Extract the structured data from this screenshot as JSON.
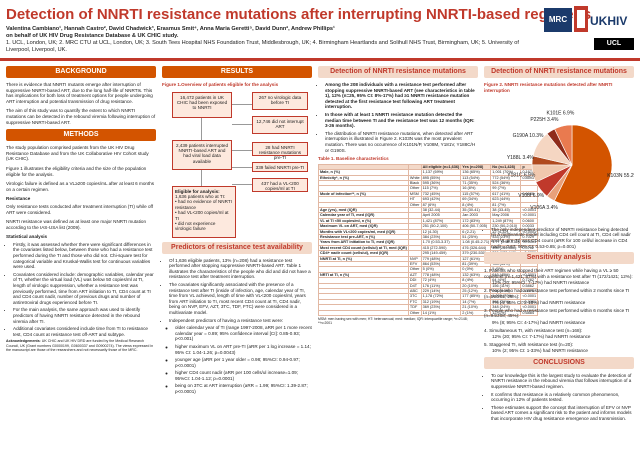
{
  "header": {
    "title": "Detection of NNRTI resistance mutations after interrupting NNRTI-based regimens",
    "authors": "Valentina Cambiano¹, Hannah Castro², David Chadwick³, Erasmus Smit⁴, Anna Maria Geretti⁵, David Dunn², Andrew Phillips¹",
    "group": "on behalf of UK HIV Drug Resistance Database & UK CHIC study.",
    "affiliations": "1. UCL, London, UK; 2. MRC CTU at UCL, London, UK; 3. South Tees Hospital NHS Foundation Trust, Middlesbrough, UK; 4. Birmingham Heartlands and Solihull NHS Trust, Birmingham, UK; 5. University of Liverpool, Liverpool, UK.",
    "logo_mrc": "MRC",
    "logo_ukhiv": "UKHIV",
    "logo_ucl": "UCL"
  },
  "background": {
    "heading": "BACKGROUND",
    "p1": "There is evidence that NNRTI mutants emerge after interruption of suppressive NNRTI-based ART, due to the long half-life of NNRTIs. This has implications for both loss of treatment options for people undergoing ART interruption and potential transmission of drug resistance.",
    "p2": "The aim of this study was to quantify the extent to which NNRTI mutations can be detected in the rebound viremia following interruption of suppressive NNRTI-based ART."
  },
  "methods": {
    "heading": "METHODS",
    "p1": "The study population comprised patients from the UK HIV Drug Resistance Database and from the UK Collaborative HIV Cohort study (UK CHIC).",
    "p2": "Figure 1 illustrates the eligibility criteria and the size of the population eligible for the analysis.",
    "p3": "Virologic failure is defined as a VL≥200 copies/mL after at least 6 months on a certain regimen.",
    "resistance_head": "Resistance",
    "p4": "Only resistance tests conducted after treatment interruption (TI) while off ART were considered.",
    "p5": "NNRTI resistance was defined as at least one major NNRTI mutation according to the IAS-USA list (2009).",
    "stat_head": "Statistical analysis",
    "b1": "Firstly, it was assessed whether there were significant differences in the covariates listed below, between those who had a resistance test performed during the TI and those who did not. Chi-square test for categorical variable and Kruskal-Wallis test for continuous variables were used.",
    "b2": "Covariates considered include: demographic variables, calendar year of TI, whether the virtual load (VL) was below 50 copies/ml at TI, length of virologic suppression, whether a resistance test was previously performed, time from ART initiation to TI, CD4 count at TI and CD4 count nadir, number of previous drugs and number of antiretroviral drugs experienced before TI.",
    "b3": "For the main analysis, the same approach was used to identify predictors of having NNRTI resistance detected in the rebound viremia after TI.",
    "b4": "Additional covariates considered include time from TI to resistance test, CD4 count at resistance test off-ART and subtype.",
    "ack_head": "Acknowledgements",
    "ack": "UK CHIC and UK HIV DRD are funded by the Medical Research Council, UK (Grant numbers G0000199, G0600337 and G0900274). The views expressed in the manuscript are those of the researchers and not necessarily those of the MRC."
  },
  "results": {
    "heading": "RESULTS",
    "fig_title": "Figure 1.Overview of patients eligible for the analysis",
    "box1": "16,472 patients in UK CHIC had been exposed to NNRTI",
    "box2": "267 no virologic data before TI",
    "box3": "12,746 did not interrupt ART",
    "box4": "2,439 patients interrupted NNRTI-based ART and had viral load data available",
    "box5": "28 had NNRTI resistance mutations pre-TI",
    "box6": "339 failed NNRTI pre-TI",
    "box7": "437 had a VL<200 copies/ml at TI",
    "elig_title": "Eligible for analysis:",
    "elig1": "1,636 patients who at TI:",
    "elig2": "had no evidence of NNRTI resistance",
    "elig3": "had VL<200 copies/ml at TI",
    "elig4": "did not experience virologic failure",
    "pred_heading": "Predictors of resistance test availability",
    "pb1": "Of 1,636 eligible patients, 13% (n=208) had a resistance test performed after stopping suppressive NNRTI-based ART. Table 1 illustrates the characteristics of the people who did and did not have a resistance test after treatment interruption.",
    "pb2": "The covariates significantly associated with the presence of a resistance test after TI (inside of infection, age, calendar year of TI, time from VL achieved, length of time with VL<200 copies/ml, years from ART initiation to TI, most recent CD4 count at TI, CD4 nadir, being on NVP, EFV, AZT, 3TC, TDF, FTC) were considered in a multivariate model.",
    "pb3": "Independent predictors of having a resistance test were:",
    "pb3a": "older calendar year of TI (range 1997-2008, aRR per 1 more recent calendar year = 0.89; 95% confidence interval [CI]: 0.85-0.93; p<0.001)",
    "pb3b": "higher maximum VL on ART pre-TI (aRR per 1 log increase = 1.14; 95% CI: 1.04-1.26; p=0.0043)",
    "pb3c": "younger age (aRR per 1 year older = 0.98; 95%CI: 0.94-0.97; p<0.0001)",
    "pb3d": "higher CD4 count nadir (aRR per 100 cells/ul increase=1.09; 95%CI: 1.04-1.12; p=0.0001)",
    "pb3e": "being on 3TC at ART interruption (aRR = 1.99; 95%CI: 1.39-2.87; p<0.0001)"
  },
  "detection": {
    "heading": "Detection of NNRTI resistance mutations",
    "b1": "Among the 208 individuals with a resistance test performed after stopping suppressive NNRTI-based ART (see characteristics in table 1), 12% (n=25, 95% CI: 8%-17%) had ≥1 NNRTI resistance mutation detected at the first resistance test following ART treatment interruption.",
    "b2": "In those with at least 1 NNRTI resistance mutation detected the median time between TI and the resistance test was 12 months (IQR: 3-26 months).",
    "b3": "The distribution of NNRTI resistance mutations, when detected after ART interruption is illustrated in Figure 2. K103N was the most prevalent mutation. There was no occurrence of K101N/P, V108M, Y181V, Y188C/H or G190S.",
    "table_title": "Table 1. Baseline characteristics",
    "table_note": "MSM: men having sex with men; HT: heterosexual; med: median; IQR: interquartile range; *n=2148; **n=2001",
    "cols": [
      "",
      "",
      "All eligible (n=1,636)",
      "Yes (n=208)",
      "No (n=1,428)",
      "p"
    ],
    "rows": [
      [
        "Male, n (%)",
        "",
        "1,137 (69%)",
        "136 (65%)",
        "1,001 (70%)",
        "0.1678"
      ],
      [
        "Ethnicity*, n (%)",
        "White",
        "895 (55%)",
        "113 (54%)",
        "772 (54%)",
        "0.8593"
      ],
      [
        "",
        "Black",
        "595 (36%)",
        "71 (35%)",
        "524 (36%)",
        ""
      ],
      [
        "",
        "Other",
        "115 (7%)",
        "16 (8%)",
        "99 (7%)",
        ""
      ],
      [
        "Mode of infection**, n (%)",
        "MSM",
        "732 (45%)",
        "115 (57%)",
        "617 (41%)",
        "0.0086"
      ],
      [
        "",
        "HT",
        "693 (42%)",
        "69 (34%)",
        "623 (44%)",
        ""
      ],
      [
        "",
        "Other",
        "87 (6%)",
        "8 (4%)",
        "81 (7%)",
        ""
      ],
      [
        "Age (yrs), med (IQR)",
        "",
        "38 (32-44)",
        "35 (30-41)",
        "38 (33-45)",
        "<0.0001"
      ],
      [
        "Calendar year of TI, med (IQR)",
        "",
        "April 2005",
        "Jan 2003",
        "May 2006",
        "<0.0001"
      ],
      [
        "VL at TI <50 copies/ml, n (%)",
        "",
        "1,421 (87%)",
        "172 (83%)",
        "1,249 (87%)",
        "0.0600"
      ],
      [
        "Maximum VL on ART, med (IQR)",
        "",
        "251 (50-2,100)",
        "406 (50-7,005)",
        "230 (50-2,010)",
        "0.0033"
      ],
      [
        "Months with VL<200 copies/ml, med (IQR)",
        "",
        "12 (4-30)",
        "6 (2-21)",
        "12 (4-32)",
        "<0.0001"
      ],
      [
        "Resistance test pre-ART, n (%)",
        "",
        "384 (23%)",
        "51 (25%)",
        "333 (23%)",
        "0.7029"
      ],
      [
        "Years from ART initiation to TI, med (IQR)",
        "",
        "1.70 (0.53-3.37)",
        "1.08 (0.45-2.71)",
        "1.77 (0.55-3.52)",
        "<0.0001"
      ],
      [
        "Most recent CD4 count (cells/ul) at TI, med (IQR)",
        "",
        "415 (272-590)",
        "476 (326-644)",
        "408 (269-580)",
        "0.0702"
      ],
      [
        "CD4+ nadir count (cells/ul), med (IQR)",
        "",
        "295 (149-459)",
        "379 (230-530)",
        "286 (138-448)",
        "<0.0001"
      ],
      [
        "NNRTI at TI, n (%)",
        "NVP",
        "779 (48%)",
        "127 (61%)",
        "652 (46%)",
        "<0.0001"
      ],
      [
        "",
        "EFV",
        "864 (53%)",
        "81 (39%)",
        "783 (55%)",
        ""
      ],
      [
        "",
        "Other",
        "5 (0%)",
        "0 (0%)",
        "5 (0%)",
        ""
      ],
      [
        "NRTI at TI, n (%)",
        "AZT",
        "778 (48%)",
        "132 (63%)",
        "646 (45%)",
        "<0.0001"
      ],
      [
        "",
        "DDI",
        "72 (4%)",
        "8 (4%)",
        "64 (4%)",
        "0.7282"
      ],
      [
        "",
        "D4T",
        "176 (11%)",
        "20 (10%)",
        "156 (11%)",
        "0.5862"
      ],
      [
        "",
        "ABC",
        "229 (14%)",
        "25 (12%)",
        "204 (14%)",
        "0.3870"
      ],
      [
        "",
        "3TC",
        "1,178 (72%)",
        "177 (85%)",
        "1,002 (70%)",
        "<0.0001"
      ],
      [
        "",
        "FTC",
        "312 (19%)",
        "14 (7%)",
        "298 (21%)",
        "<0.0001"
      ],
      [
        "",
        "TDF",
        "369 (23%)",
        "21 (10%)",
        "348 (24%)",
        "<0.0001"
      ],
      [
        "",
        "Other",
        "14 (1%)",
        "2 (1%)",
        "12 (1%)",
        "0.6884"
      ]
    ]
  },
  "detection2": {
    "heading": "Detection of NNRTI resistance mutations",
    "fig_title": "Figure 2. NNRTI resistance mutations detected after NNRTI interruption",
    "b1": "The only independent predictor of NNRTI resistance being detected (in a multivariate model including CD4 cell count at TI, CD4 cell nadir and VL pre-TI) was CD4 count (aRR for 100 cell/ul increase in CD4 nadir = 0.67; 95% CI: 0.53-0.85; p=0.001)"
  },
  "sensitivity": {
    "heading": "Sensitivity analysis",
    "i1": "1. Patients who stopped their ART regimen while having a VL ≥ 50 copies/ml (n=1,421, 87%) with a resistance test after TI (172/1421; 12%):",
    "i1a": "12% (20; 95%CI: 7-17%) had NNRTI resistance",
    "i2": "2. People who had a resistance test performed within 2 months since TI (n=55/208; 26%):",
    "i2a": "7% (4; 95% CI: 2-18%) had NNRTI resistance",
    "i3": "3. People who had a resistance test performed within 6 months since TI (n=94/208; 45%):",
    "i3a": "9% (8; 95% CI: 4-17%) had NNRTI resistance",
    "i4": "4. Simultaneous TI, with resistance test (n=168):",
    "i4a": "12% (20; 95% CI: 7-17%) had NNRTI resistance",
    "i5": "5. Staggered TI, with resistance test (n=20):",
    "i5a": "10% (2; 95% CI: 1-33%) had NNRTI resistance"
  },
  "conclusions": {
    "heading": "CONCLUSIONS",
    "b1": "To our knowledge this is the largest study to evaluate the detection of NNRTI resistance in the rebound viremia that follows interruption of a suppressive NNRTI-based regimen.",
    "b2": "It confirms that resistance is a relatively common phenomenon, occurring in 12% of patients tested.",
    "b3": "These estimates support the concept that interruption of EFV or NVP based ART comes a significant risk to the patient and informs models that incorporate HIV drug resistance emergence and transmission."
  },
  "chart_data": {
    "type": "pie",
    "title": "",
    "categories": [
      "K103N",
      "V106A",
      "V108I",
      "Y181C",
      "Y188L",
      "G190A",
      "P225H",
      "K101E"
    ],
    "values": [
      55.2,
      3.4,
      6.9,
      6.9,
      3.4,
      10.3,
      3.4,
      6.9
    ],
    "labels": [
      "K103N 55.2%",
      "V106A 3.4%",
      "V108I 6.9%",
      "Y181C 6.9%",
      "Y188L 3.4%",
      "G190A 10.3%",
      "P225H 3.4%",
      "K101E 6.9%"
    ],
    "colors": [
      "#d35400",
      "#e8a07a",
      "#c0392b",
      "#f0c8ae",
      "#b04a1f",
      "#f5d6c2",
      "#8e2b1a",
      "#e97a4f"
    ]
  }
}
